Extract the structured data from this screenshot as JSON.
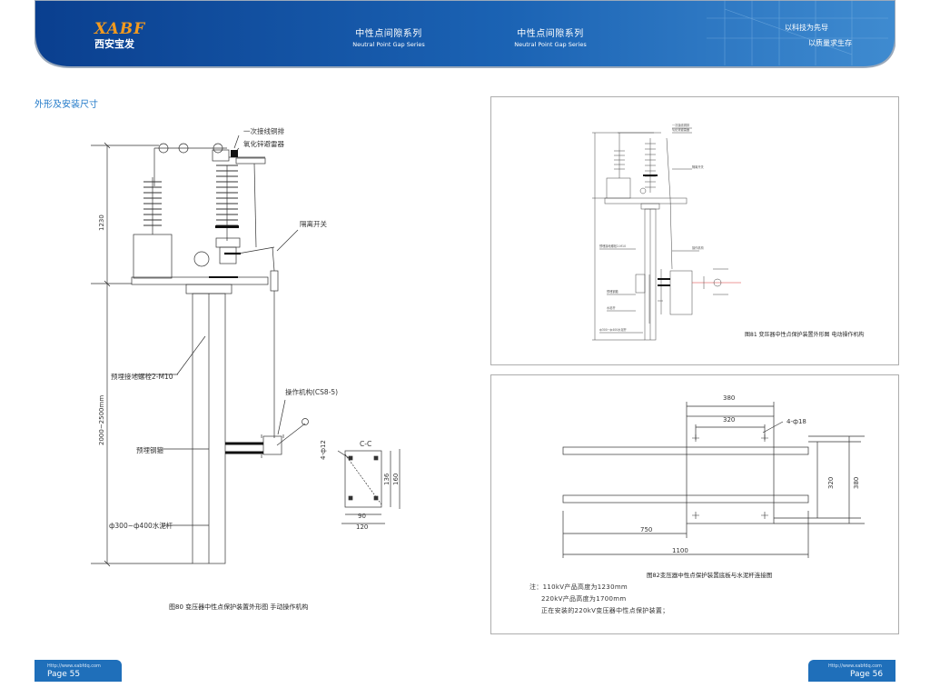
{
  "header": {
    "brand": "XABF",
    "brand_cn": "西安宝发",
    "titles": [
      {
        "zh": "中性点间隙系列",
        "en": "Neutral Point Gap Series"
      },
      {
        "zh": "中性点间隙系列",
        "en": "Neutral Point Gap Series"
      }
    ],
    "slogan_1": "以科技为先导",
    "slogan_2": "以质量求生存"
  },
  "section_title": "外形及安装尺寸",
  "fig80": {
    "labels": {
      "copper_bar": "一次接线铜排",
      "arrester": "氧化锌避雷器",
      "isolating_switch": "隔离开关",
      "ground_bolt": "预埋接地螺栓2-M10",
      "mechanism": "操作机构(CS8-5)",
      "steel_tube": "预埋钢箍",
      "pole": "ф300~ф400水泥杆",
      "hole": "4-ф12",
      "section": "C-C"
    },
    "dims": {
      "h1": "1230",
      "h2": "2000~2500mm",
      "d136": "136",
      "d160": "160",
      "d90": "90",
      "d120": "120"
    },
    "caption": "图80 变压器中性点保护装置外形图 手动操作机构"
  },
  "fig81": {
    "caption": "图81 变压器中性点保护装置外形图 电动操作机构"
  },
  "fig82": {
    "dims": {
      "d380": "380",
      "d320": "320",
      "hole": "4-ф18",
      "v320": "320",
      "v380": "380",
      "d750": "750",
      "d1100": "1100"
    },
    "caption": "图82变压器中性点保护装置底板与水泥杆连接图"
  },
  "notes": {
    "n1": "注：110kV产品高度为1230mm",
    "n2": "220kV产品高度为1700mm",
    "n3": "正在安装的220kV变压器中性点保护装置；"
  },
  "footer": {
    "left_url": "Http://www.xabfdq.com",
    "left_page": "Page 55",
    "right_url": "Http://www.xabfdq.com",
    "right_page": "Page 56"
  }
}
